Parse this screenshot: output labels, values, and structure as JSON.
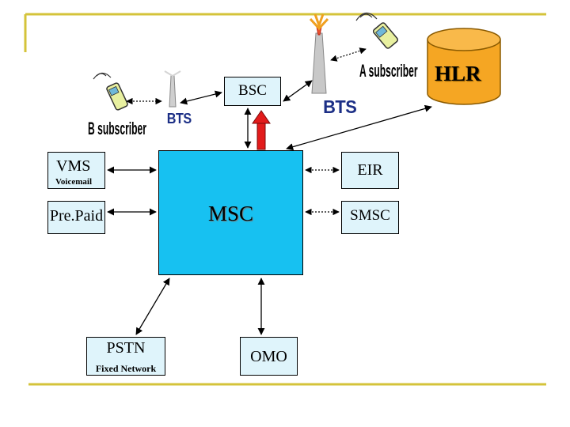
{
  "diagram": {
    "nodes": {
      "bsc": {
        "label": "BSC"
      },
      "vms": {
        "label": "VMS",
        "sublabel": "Voicemail"
      },
      "prepaid": {
        "label": "Pre.Paid"
      },
      "eir": {
        "label": "EIR"
      },
      "smsc": {
        "label": "SMSC"
      },
      "msc": {
        "label": "MSC"
      },
      "pstn": {
        "label": "PSTN",
        "sublabel": "Fixed Network"
      },
      "omo": {
        "label": "OMO"
      },
      "hlr": {
        "label": "HLR"
      },
      "bts_left": {
        "label": "BTS"
      },
      "bts_right": {
        "label": "BTS"
      },
      "b_subscriber": {
        "label": "B subscriber"
      },
      "a_subscriber": {
        "label": "A subscriber"
      }
    },
    "links": [
      {
        "from": "b-subscriber-phone",
        "to": "bts-left-tower",
        "style": "dotted"
      },
      {
        "from": "bts-left-tower",
        "to": "bsc",
        "style": "solid"
      },
      {
        "from": "bsc",
        "to": "bts-right-tower",
        "style": "solid"
      },
      {
        "from": "bsc",
        "to": "msc",
        "style": "solid"
      },
      {
        "from": "hlr",
        "to": "msc",
        "style": "solid"
      },
      {
        "from": "vms",
        "to": "msc",
        "style": "solid"
      },
      {
        "from": "prepaid",
        "to": "msc",
        "style": "solid"
      },
      {
        "from": "msc",
        "to": "eir",
        "style": "dotted"
      },
      {
        "from": "msc",
        "to": "smsc",
        "style": "dotted"
      },
      {
        "from": "msc",
        "to": "pstn",
        "style": "solid"
      },
      {
        "from": "msc",
        "to": "omo",
        "style": "solid"
      },
      {
        "from": "a-subscriber-phone",
        "to": "bts-right-tower",
        "style": "dotted"
      }
    ],
    "colors": {
      "msc_fill": "#17c1f1",
      "box_fill": "#dff4fb",
      "hlr_fill": "#f5a623",
      "bts_text": "#1c2f86",
      "frame_line": "#d4c33a",
      "signal_arrow": "#e21b1b"
    }
  }
}
